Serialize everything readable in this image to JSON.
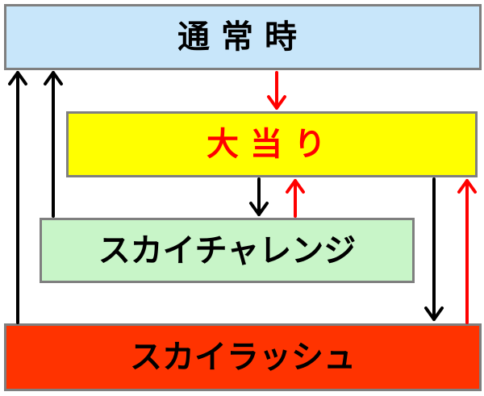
{
  "colors": {
    "normal_fill": "#c8e6fa",
    "jackpot_fill": "#ffff00",
    "jackpot_text": "#ff0000",
    "challenge_fill": "#c8f5c8",
    "rush_fill": "#ff3300",
    "border": "#7f7f7f",
    "text_dark": "#000000",
    "arrow_black": "#000000",
    "arrow_red": "#ff0000"
  },
  "nodes": {
    "normal": {
      "label": "通常時"
    },
    "jackpot": {
      "label": "大当り"
    },
    "challenge": {
      "label": "スカイチャレンジ"
    },
    "rush": {
      "label": "スカイラッシュ"
    }
  },
  "edges": [
    {
      "from": "normal",
      "to": "jackpot",
      "color": "red"
    },
    {
      "from": "jackpot",
      "to": "challenge",
      "color": "black"
    },
    {
      "from": "challenge",
      "to": "jackpot",
      "color": "red"
    },
    {
      "from": "jackpot",
      "to": "rush",
      "color": "black"
    },
    {
      "from": "rush",
      "to": "jackpot",
      "color": "red"
    },
    {
      "from": "rush",
      "to": "normal",
      "color": "black"
    },
    {
      "from": "challenge",
      "to": "normal",
      "color": "black"
    }
  ]
}
